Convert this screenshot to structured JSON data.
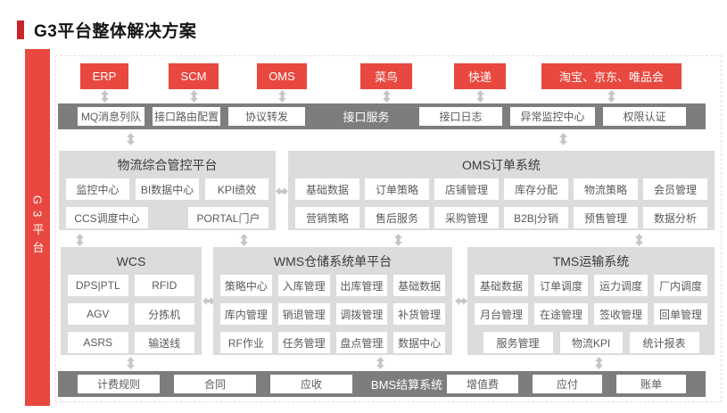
{
  "header": {
    "title": "G3平台整体解决方案"
  },
  "sidebar": {
    "label": "G3平台"
  },
  "colors": {
    "accent_red": "#e8483f",
    "bar_gray": "#7d7d7d",
    "section_gray": "#dcdcdc"
  },
  "top_systems": [
    "ERP",
    "SCM",
    "OMS",
    "菜鸟",
    "快递",
    "淘宝、京东、唯品会"
  ],
  "interface_bar": {
    "label": "接口服务",
    "left": [
      "MQ消息列队",
      "接口路由配置",
      "协议转发"
    ],
    "right": [
      "接口日志",
      "异常监控中心",
      "权限认证"
    ]
  },
  "control_platform": {
    "title": "物流综合管控平台",
    "row1": [
      "监控中心",
      "BI数据中心",
      "KPI绩效"
    ],
    "row2": [
      "CCS调度中心",
      "PORTAL门户"
    ]
  },
  "oms": {
    "title": "OMS订单系统",
    "row1": [
      "基础数据",
      "订单策略",
      "店铺管理",
      "库存分配",
      "物流策略",
      "会员管理"
    ],
    "row2": [
      "营销策略",
      "售后服务",
      "采购管理",
      "B2B|分销",
      "预售管理",
      "数据分析"
    ]
  },
  "wcs": {
    "title": "WCS",
    "row1": [
      "DPS|PTL",
      "RFID"
    ],
    "row2": [
      "AGV",
      "分拣机"
    ],
    "row3": [
      "ASRS",
      "输送线"
    ]
  },
  "wms": {
    "title": "WMS仓储系统单平台",
    "row1": [
      "策略中心",
      "入库管理",
      "出库管理",
      "基础数据"
    ],
    "row2": [
      "库内管理",
      "销退管理",
      "调拨管理",
      "补货管理"
    ],
    "row3": [
      "RF作业",
      "任务管理",
      "盘点管理",
      "数据中心"
    ]
  },
  "tms": {
    "title": "TMS运输系统",
    "row1": [
      "基础数据",
      "订单调度",
      "运力调度",
      "厂内调度"
    ],
    "row2": [
      "月台管理",
      "在途管理",
      "签收管理",
      "回单管理"
    ],
    "row3": [
      "服务管理",
      "物流KPI",
      "统计报表"
    ]
  },
  "settlement_bar": {
    "label": "BMS结算系统",
    "left": [
      "计费规则",
      "合同",
      "应收"
    ],
    "right": [
      "增值费",
      "应付",
      "账单"
    ]
  }
}
